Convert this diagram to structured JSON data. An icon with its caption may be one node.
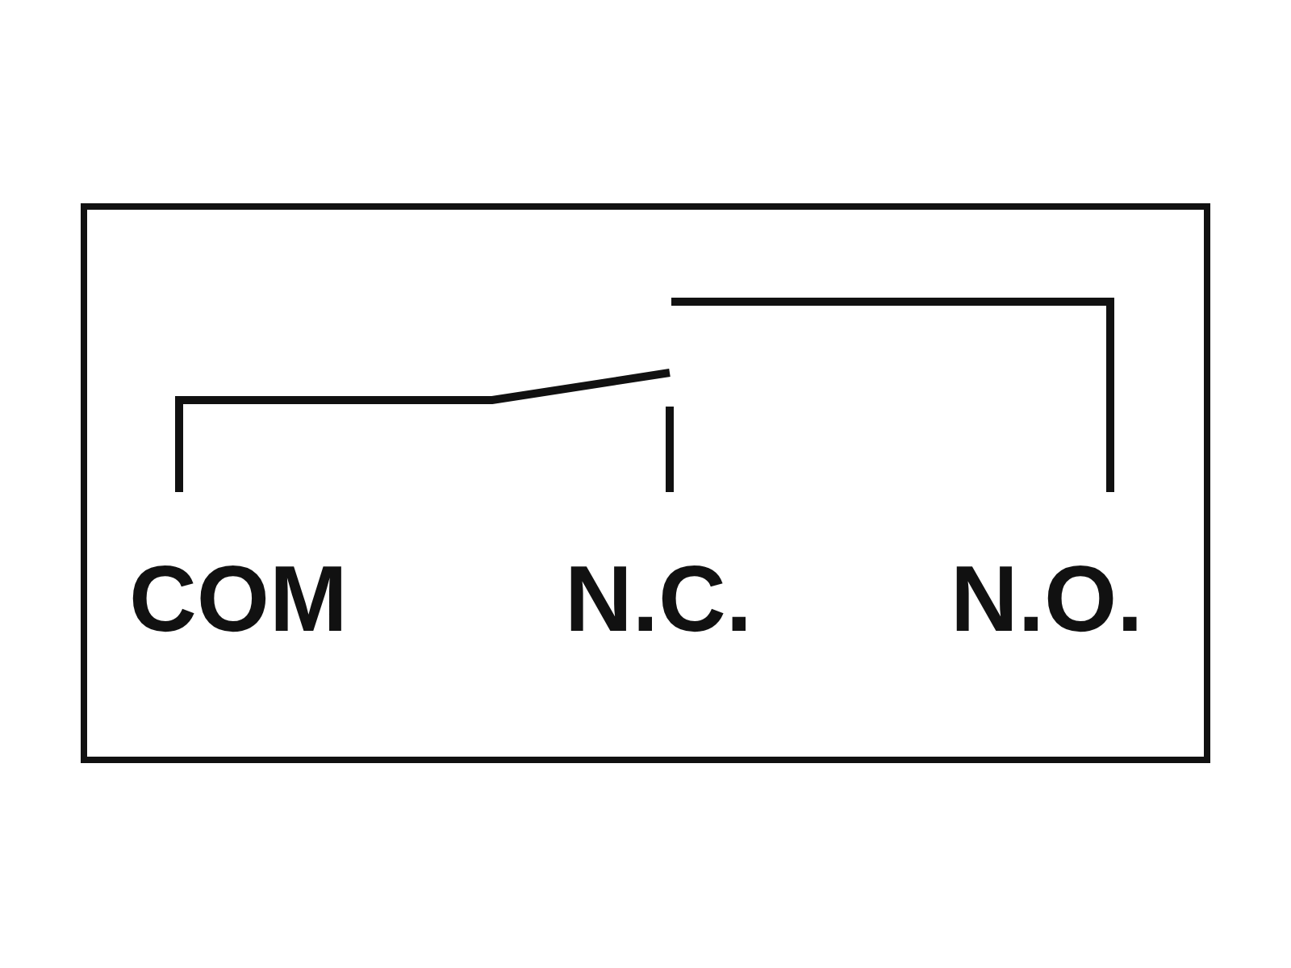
{
  "diagram": {
    "labels": [
      "COM",
      "N.C.",
      "N.O."
    ]
  }
}
